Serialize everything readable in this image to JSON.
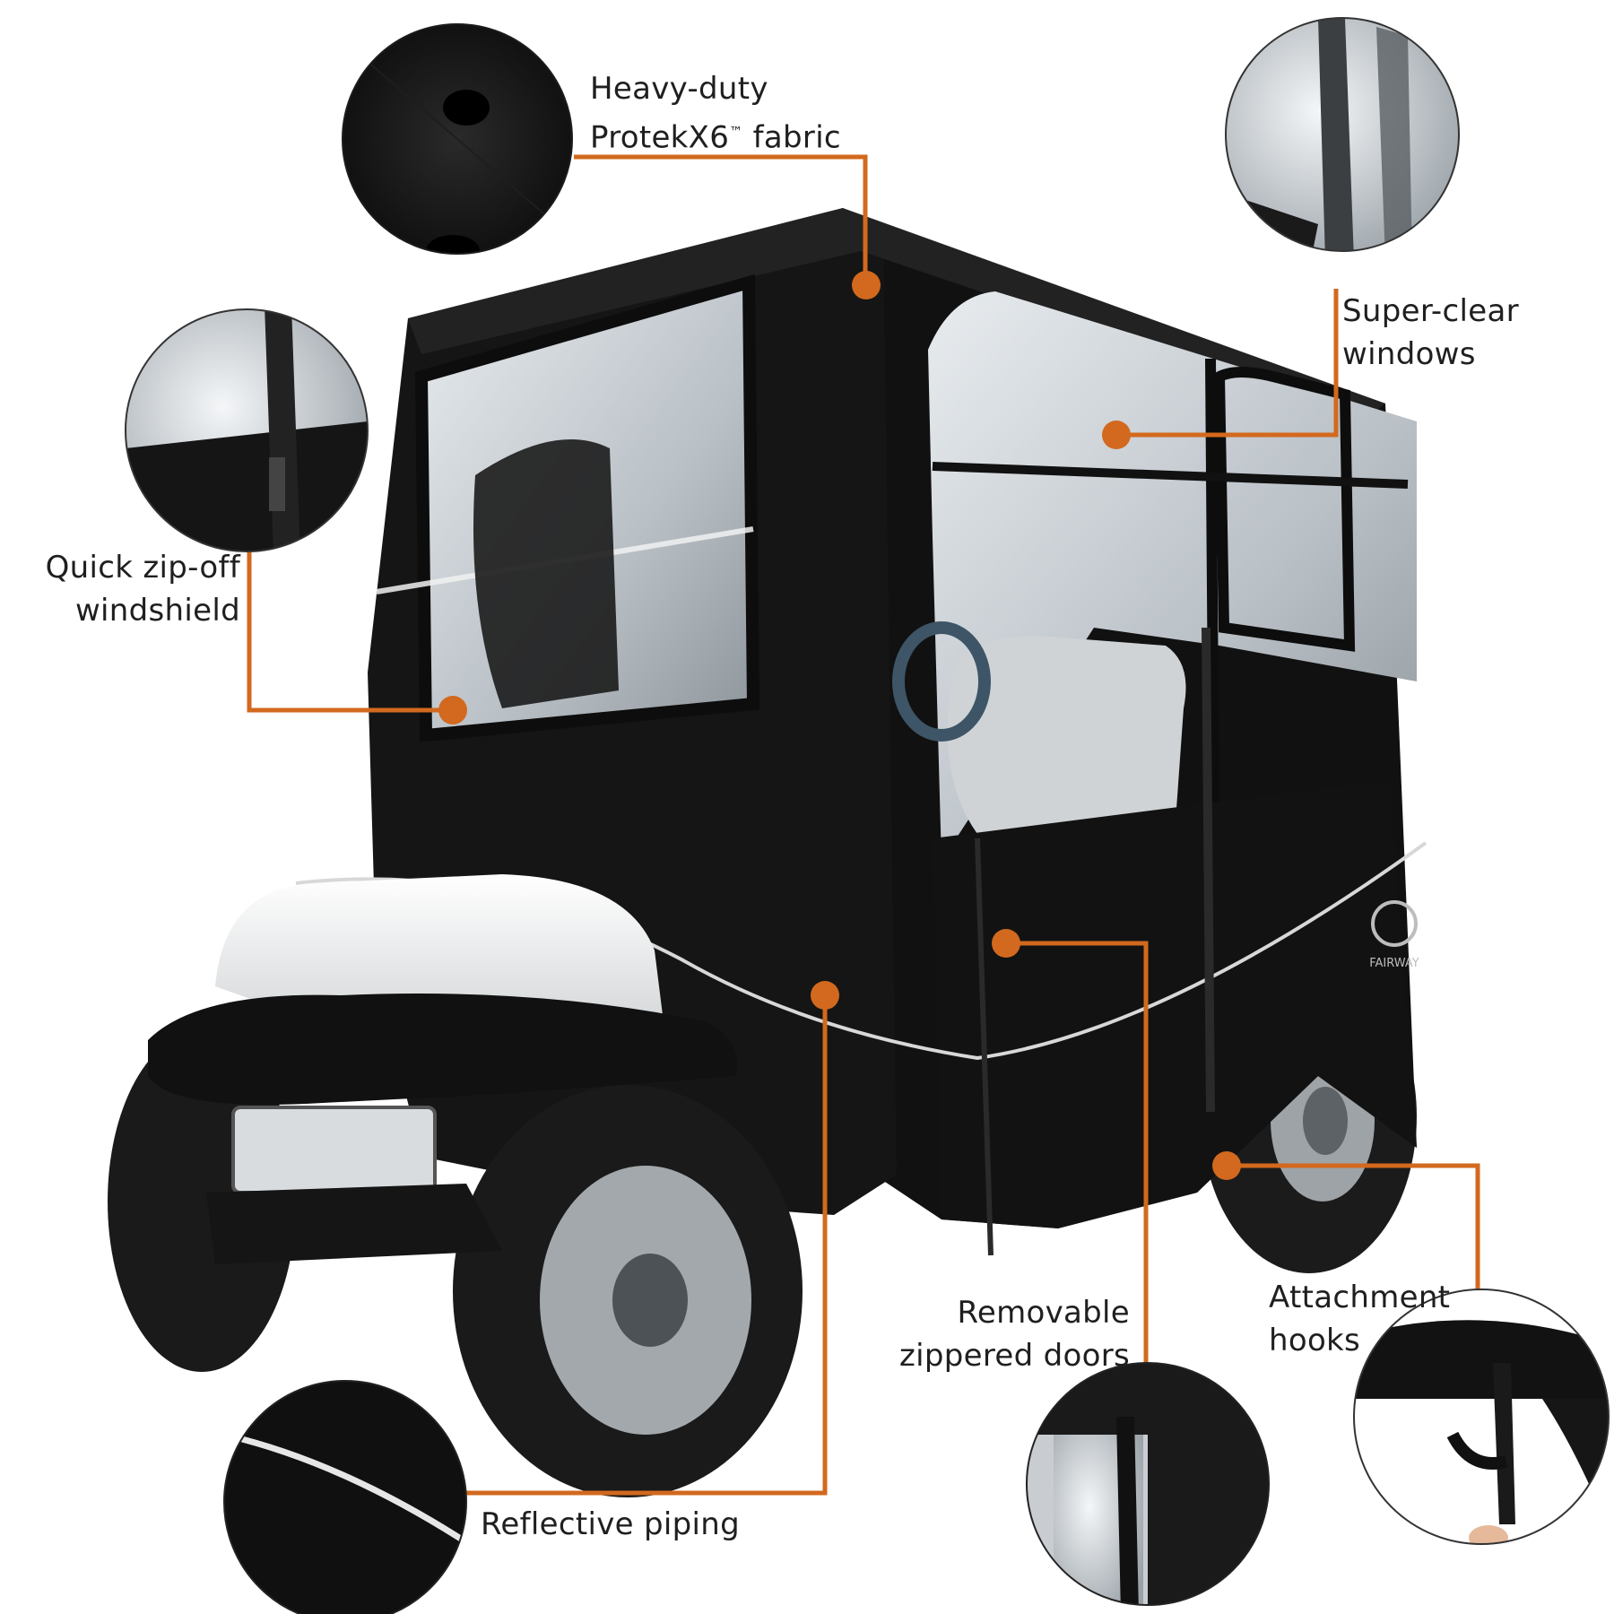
{
  "colors": {
    "accent": "#d2691e",
    "cover": "#141414",
    "text": "#1f1f1f"
  },
  "brand": {
    "logo_text": "FAIRWAY"
  },
  "callouts": {
    "fabric": {
      "line1": "Heavy-duty",
      "line2": "ProtekX6",
      "trademark": "™",
      "line2_suffix": " fabric"
    },
    "windows": {
      "line1": "Super-clear",
      "line2": "windows"
    },
    "windshield": {
      "line1": "Quick zip-off",
      "line2": "windshield"
    },
    "doors": {
      "line1": "Removable",
      "line2": "zippered doors"
    },
    "hooks": {
      "line1": "Attachment",
      "line2": "hooks"
    },
    "piping": {
      "line1": "Reflective piping"
    }
  }
}
